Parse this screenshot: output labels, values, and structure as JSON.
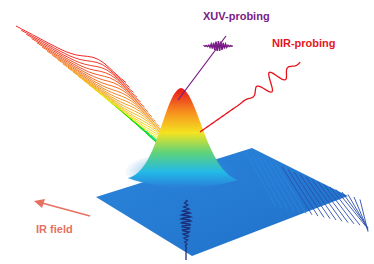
{
  "diagram": {
    "labels": [
      "XUV-probing",
      "NIR-probing",
      "IR field"
    ]
  }
}
